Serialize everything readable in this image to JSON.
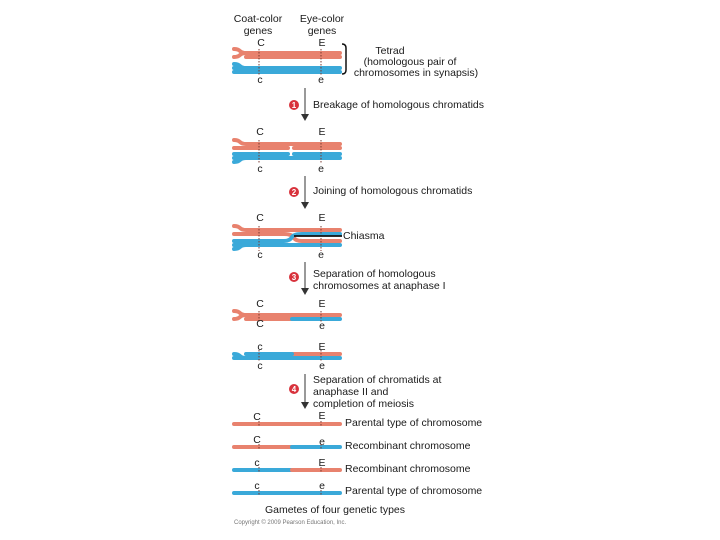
{
  "headers": {
    "coat_line1": "Coat-color",
    "coat_line2": "genes",
    "eye_line1": "Eye-color",
    "eye_line2": "genes"
  },
  "tetrad": {
    "line1": "Tetrad",
    "line2": "(homologous pair of",
    "line3": "chromosomes in synapsis)"
  },
  "genes": {
    "C": "C",
    "c": "c",
    "E": "E",
    "e": "e"
  },
  "steps": [
    {
      "num": "1",
      "lines": [
        "Breakage of homologous chromatids"
      ]
    },
    {
      "num": "2",
      "lines": [
        "Joining of homologous chromatids"
      ]
    },
    {
      "num": "3",
      "lines": [
        "Separation of homologous",
        "chromosomes at anaphase I"
      ]
    },
    {
      "num": "4",
      "lines": [
        "Separation of chromatids at",
        "anaphase II and",
        "completion of meiosis"
      ]
    }
  ],
  "chiasma": "Chiasma",
  "gamete_types": [
    "Parental type of chromosome",
    "Recombinant chromosome",
    "Recombinant chromosome",
    "Parental type of chromosome"
  ],
  "footer": "Gametes of four genetic types",
  "copyright": "Copyright © 2009 Pearson Education, Inc.",
  "colors": {
    "red": "#e8826e",
    "red_dark": "#c65a48",
    "blue": "#3aa9d9",
    "blue_dark": "#1d7fb0",
    "circle": "#d8323c",
    "arrow": "#333333"
  }
}
